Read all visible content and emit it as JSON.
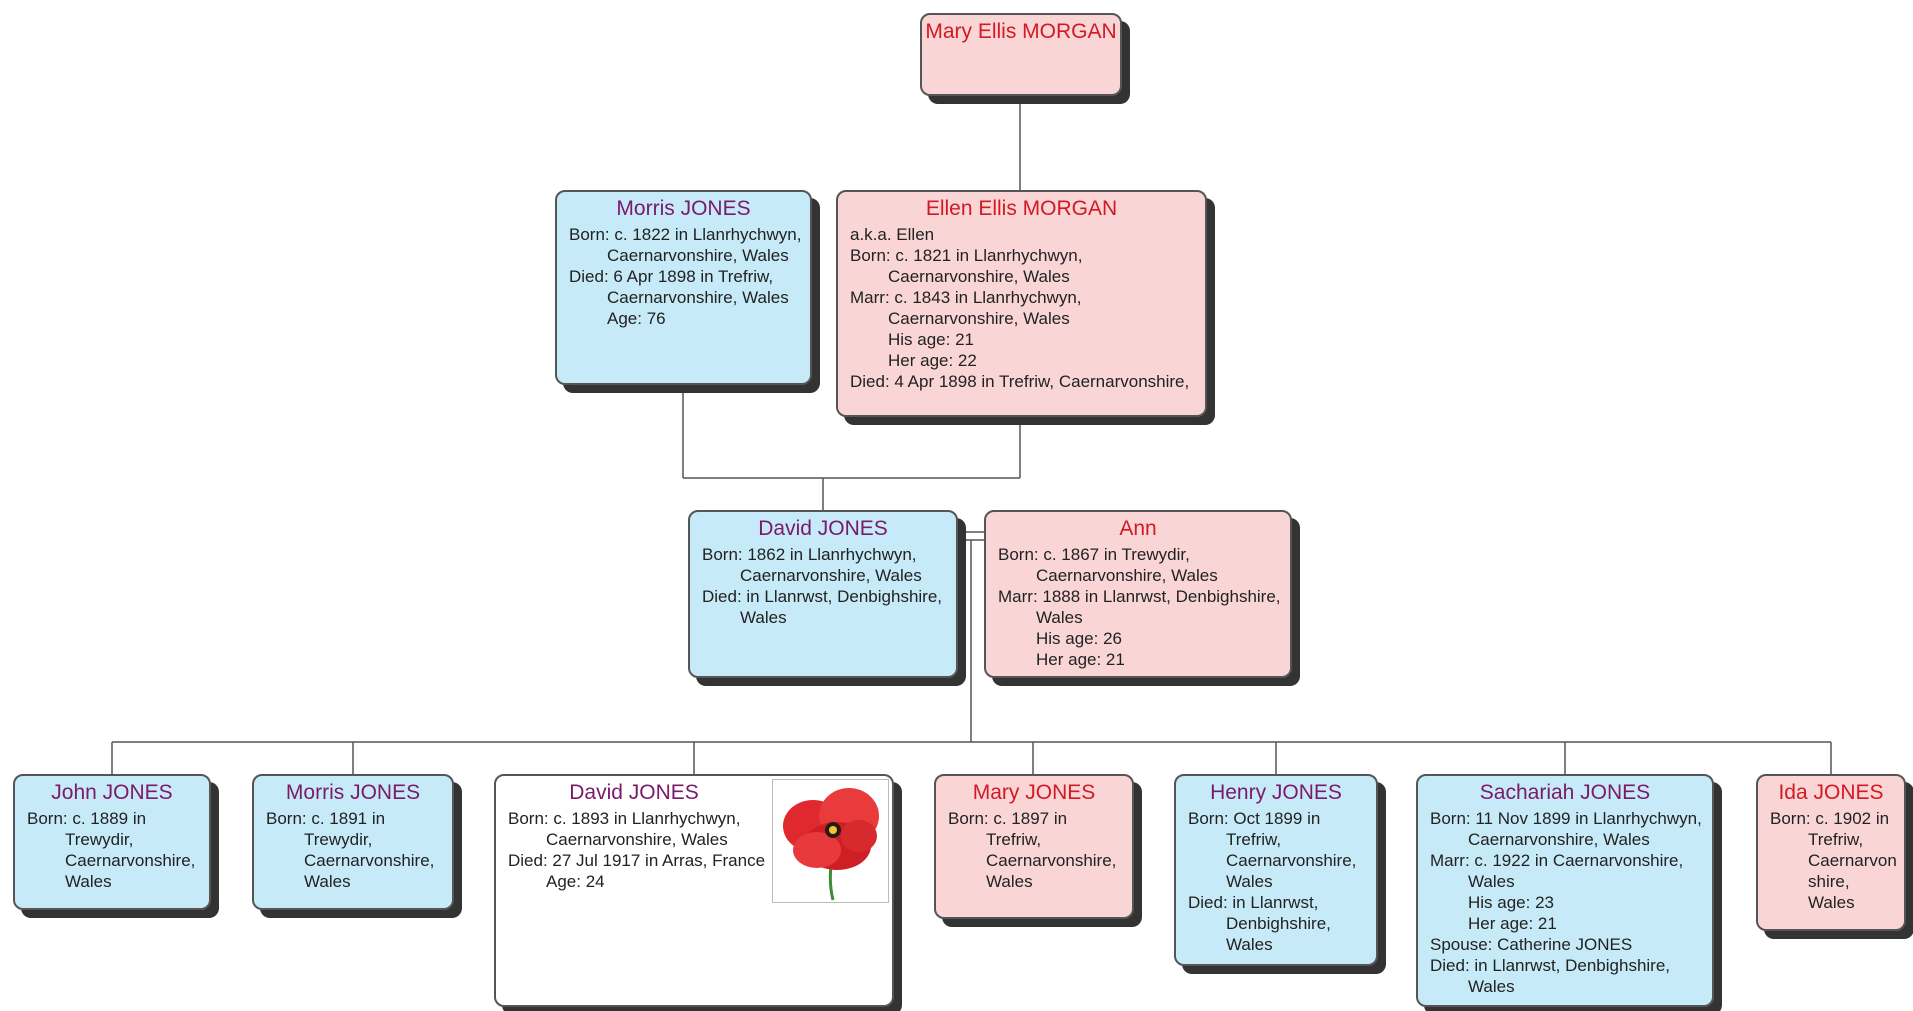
{
  "people": {
    "mary_ellis": {
      "name": "Mary Ellis MORGAN",
      "lines": []
    },
    "morris_sr": {
      "name": "Morris JONES",
      "lines": [
        {
          "t": "Born: c. 1822 in Llanrhychwyn,",
          "i": 0
        },
        {
          "t": "Caernarvonshire, Wales",
          "i": 1
        },
        {
          "t": "Died: 6 Apr 1898 in Trefriw,",
          "i": 0
        },
        {
          "t": "Caernarvonshire, Wales",
          "i": 1
        },
        {
          "t": "Age: 76",
          "i": 1
        }
      ]
    },
    "ellen": {
      "name": "Ellen Ellis MORGAN",
      "lines": [
        {
          "t": "a.k.a. Ellen",
          "i": 0
        },
        {
          "t": "Born: c. 1821 in Llanrhychwyn,",
          "i": 0
        },
        {
          "t": "Caernarvonshire, Wales",
          "i": 1
        },
        {
          "t": "Marr: c. 1843 in Llanrhychwyn,",
          "i": 0
        },
        {
          "t": "Caernarvonshire, Wales",
          "i": 1
        },
        {
          "t": "His age: 21",
          "i": 1
        },
        {
          "t": "Her age: 22",
          "i": 1
        },
        {
          "t": "Died: 4 Apr 1898 in Trefriw, Caernarvonshire,",
          "i": 0
        }
      ]
    },
    "david_sr": {
      "name": "David JONES",
      "lines": [
        {
          "t": "Born: 1862 in Llanrhychwyn,",
          "i": 0
        },
        {
          "t": "Caernarvonshire, Wales",
          "i": 1
        },
        {
          "t": "Died:  in Llanrwst, Denbighshire,",
          "i": 0
        },
        {
          "t": "Wales",
          "i": 1
        }
      ]
    },
    "ann": {
      "name": "Ann",
      "lines": [
        {
          "t": "Born: c. 1867 in Trewydir,",
          "i": 0
        },
        {
          "t": "Caernarvonshire, Wales",
          "i": 1
        },
        {
          "t": "Marr: 1888 in Llanrwst, Denbighshire,",
          "i": 0
        },
        {
          "t": "Wales",
          "i": 1
        },
        {
          "t": "His age: 26",
          "i": 1
        },
        {
          "t": "Her age: 21",
          "i": 1
        }
      ]
    },
    "john": {
      "name": "John JONES",
      "lines": [
        {
          "t": "Born: c. 1889 in",
          "i": 0
        },
        {
          "t": "Trewydir,",
          "i": 1
        },
        {
          "t": "Caernarvonshire,",
          "i": 1
        },
        {
          "t": "Wales",
          "i": 1
        }
      ]
    },
    "morris_jr": {
      "name": "Morris JONES",
      "lines": [
        {
          "t": "Born: c. 1891 in",
          "i": 0
        },
        {
          "t": "Trewydir,",
          "i": 1
        },
        {
          "t": "Caernarvonshire,",
          "i": 1
        },
        {
          "t": "Wales",
          "i": 1
        }
      ]
    },
    "david_jr": {
      "name": "David JONES",
      "lines": [
        {
          "t": "Born: c. 1893 in Llanrhychwyn,",
          "i": 0
        },
        {
          "t": "Caernarvonshire, Wales",
          "i": 1
        },
        {
          "t": "Died: 27 Jul 1917 in Arras, France",
          "i": 0
        },
        {
          "t": "Age: 24",
          "i": 1
        }
      ]
    },
    "mary_j": {
      "name": "Mary JONES",
      "lines": [
        {
          "t": "Born: c. 1897 in",
          "i": 0
        },
        {
          "t": "Trefriw,",
          "i": 1
        },
        {
          "t": "Caernarvonshire,",
          "i": 1
        },
        {
          "t": "Wales",
          "i": 1
        }
      ]
    },
    "henry": {
      "name": "Henry JONES",
      "lines": [
        {
          "t": "Born: Oct 1899 in",
          "i": 0
        },
        {
          "t": "Trefriw,",
          "i": 1
        },
        {
          "t": "Caernarvonshire,",
          "i": 1
        },
        {
          "t": "Wales",
          "i": 1
        },
        {
          "t": "Died:  in Llanrwst,",
          "i": 0
        },
        {
          "t": "Denbighshire,",
          "i": 1
        },
        {
          "t": "Wales",
          "i": 1
        }
      ]
    },
    "sachariah": {
      "name": "Sachariah JONES",
      "lines": [
        {
          "t": "Born: 11 Nov 1899 in Llanrhychwyn,",
          "i": 0
        },
        {
          "t": "Caernarvonshire, Wales",
          "i": 1
        },
        {
          "t": "Marr: c. 1922 in Caernarvonshire,",
          "i": 0
        },
        {
          "t": "Wales",
          "i": 1
        },
        {
          "t": "His age: 23",
          "i": 1
        },
        {
          "t": "Her age: 21",
          "i": 1
        },
        {
          "t": "Spouse: Catherine JONES",
          "i": 0
        },
        {
          "t": "Died:  in Llanrwst, Denbighshire,",
          "i": 0
        },
        {
          "t": "Wales",
          "i": 1
        }
      ]
    },
    "ida": {
      "name": "Ida JONES",
      "lines": [
        {
          "t": "Born: c. 1902 in",
          "i": 0
        },
        {
          "t": "Trefriw,",
          "i": 1
        },
        {
          "t": "Caernarvon",
          "i": 1
        },
        {
          "t": "shire,",
          "i": 1
        },
        {
          "t": "Wales",
          "i": 1
        }
      ]
    }
  },
  "colors": {
    "male_fill": "#c7eaf8",
    "female_fill": "#f9d5d6",
    "male_name": "#7a1a6a",
    "female_name": "#d21a24",
    "connector": "#555555"
  },
  "icons": {
    "memorial": "poppy-icon"
  }
}
